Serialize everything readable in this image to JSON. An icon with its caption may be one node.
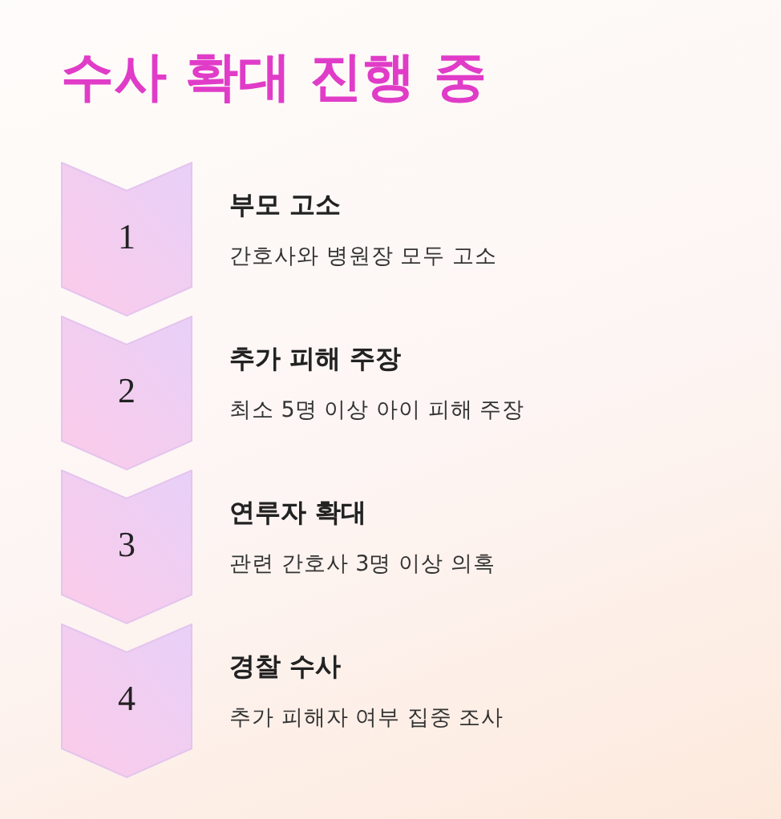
{
  "diagram": {
    "title": "수사 확대 진행 중",
    "nodes": [
      {
        "text": [
          "1"
        ],
        "beside": [
          "부모 고소",
          "간호사와 병원장 모두 고소"
        ]
      },
      {
        "text": [
          "2"
        ],
        "beside": [
          "추가 피해 주장",
          "최소 5명 이상 아이 피해 주장"
        ]
      },
      {
        "text": [
          "3"
        ],
        "beside": [
          "연루자 확대",
          "관련 간호사 3명 이상 의혹"
        ]
      },
      {
        "text": [
          "4"
        ],
        "beside": [
          "경찰 수사",
          "추가 피해자 여부 집중 조사"
        ]
      }
    ]
  }
}
